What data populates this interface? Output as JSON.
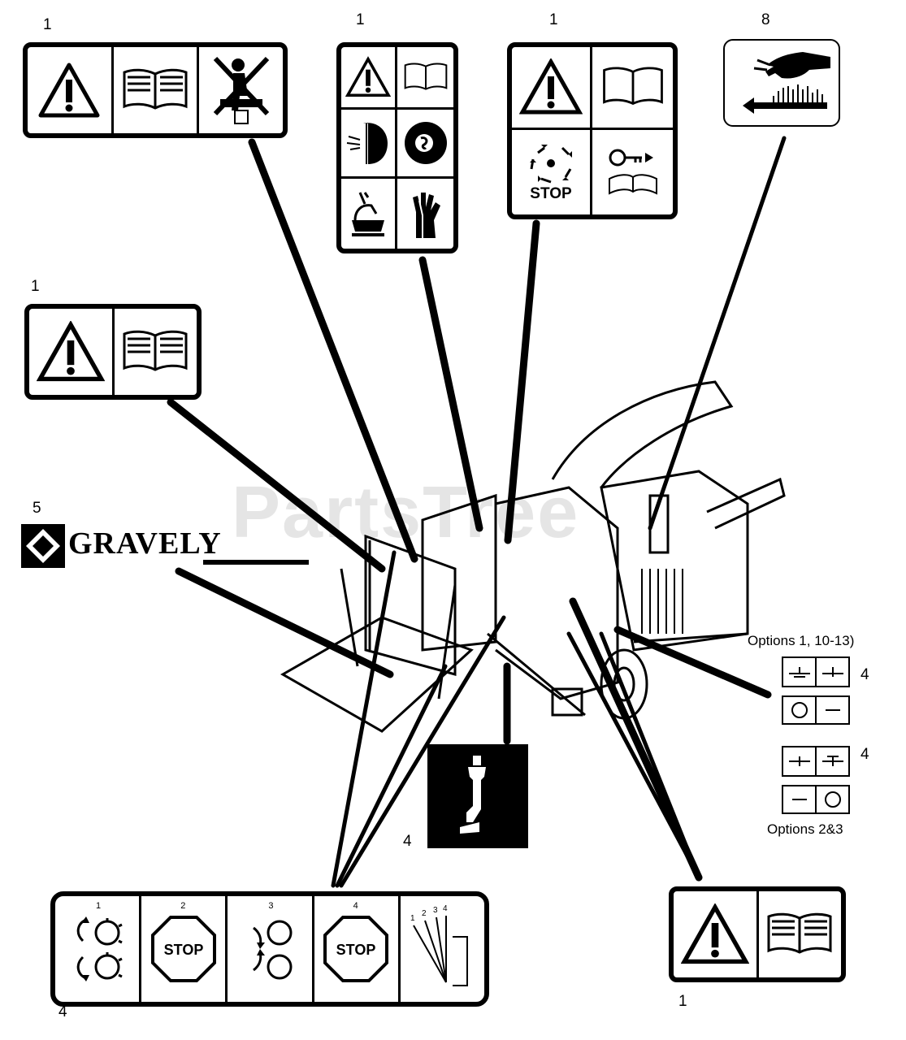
{
  "callouts": {
    "c1": "1",
    "c2": "1",
    "c3": "1",
    "c4": "8",
    "c5": "1",
    "c6": "5",
    "c7": "4",
    "c8": "4",
    "c9": "4",
    "c10": "4",
    "c11": "1"
  },
  "brand": {
    "name": "GRAVELY"
  },
  "watermark": "PartsTree",
  "options": {
    "first": "Options 1, 10-13)",
    "second": "Options 2&3"
  },
  "decal_text": {
    "stop": "STOP"
  },
  "chute_steps": {
    "s1": "1",
    "s2": "2",
    "s3": "3",
    "s4": "4"
  },
  "icons": {
    "warning": "warning-triangle-icon",
    "manual": "operator-manual-icon",
    "no_standing": "no-standing-on-hopper-icon",
    "eye_protection": "face-shield-icon",
    "ear_protection": "ear-protection-icon",
    "hand_feed": "hand-feed-icon",
    "gloves": "gloves-icon",
    "rotor": "rotating-rotor-icon",
    "key": "remove-key-icon",
    "hand": "hand-hazard-icon",
    "lift": "lift-point-icon"
  }
}
